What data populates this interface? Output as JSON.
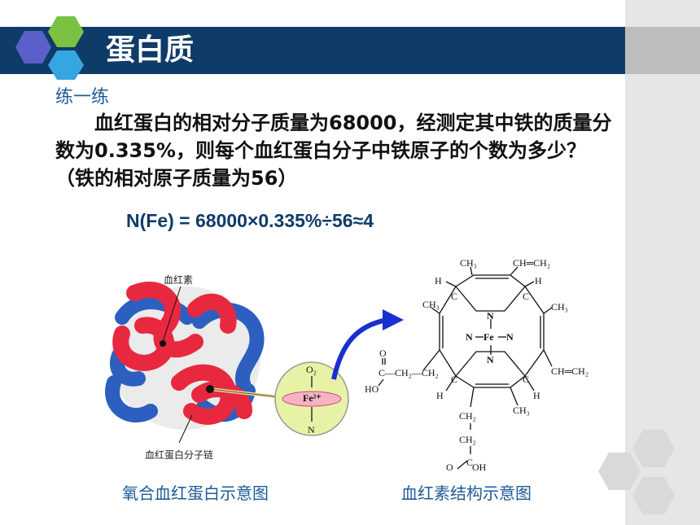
{
  "slide": {
    "title": "蛋白质",
    "section": "练一练",
    "paragraph": "血红蛋白的相对分子质量为68000，经测定其中铁的质量分数为0.335%，则每个血红蛋白分子中铁原子的个数为多少？（铁的相对原子质量为56）",
    "formula": "N(Fe) = 68000×0.335%÷56≈4"
  },
  "protein_figure": {
    "label_heme": "血红素",
    "label_chain": "血红蛋白分子链",
    "o2": "O₂",
    "fe": "Fe²⁺",
    "n": "N",
    "caption": "氧合血红蛋白示意图"
  },
  "heme_structure": {
    "caption": "血红素结构示意图",
    "atoms": {
      "ch3": "CH₃",
      "vinyl": "CH═CH₂",
      "h": "H",
      "c": "C",
      "n": "N",
      "fe": "Fe",
      "ch2": "CH₂",
      "cooh_c": "C",
      "o": "O",
      "ho": "HO",
      "oh": "OH",
      "chain_left": "C—CH₂—CH₂",
      "n_fe_n": "N—Fe—N"
    }
  },
  "colors": {
    "header": "#0f3b68",
    "accent_text": "#1d5a96",
    "red_chain": "#e8283e",
    "blue_chain": "#2c5fc0",
    "circle_fill": "#e7f2a6",
    "arrow": "#1a2fd0"
  }
}
